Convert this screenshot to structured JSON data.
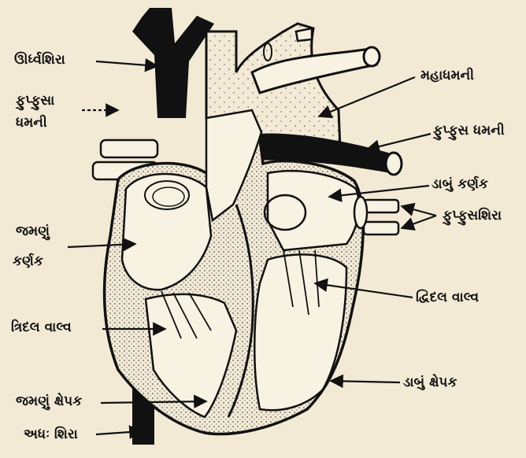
{
  "labels": {
    "svc_superior": "ઊર્ધ્વશિરા",
    "pulm_artery_left_1": "ફુપ્ફુસા",
    "pulm_artery_left_2": "ધમની",
    "aorta": "મહાધમની",
    "pulm_artery_right": "ફુપ્ફુસ ધમની",
    "left_atrium": "ડાબું કર્ણક",
    "pulm_veins": "ફુપ્ફુસશિરા",
    "right_atrium_1": "જમણું",
    "right_atrium_2": "કર્ણક",
    "bicuspid_valve": "દ્વિદલ વાલ્વ",
    "tricuspid_valve": "ત્રિદલ વાલ્વ",
    "left_ventricle": "ડાબું ક્ષેપક",
    "right_ventricle": "જમણું ક્ષેપક",
    "ivc": "અધઃ શિરા"
  },
  "colors": {
    "background": "#f3ead6",
    "ink": "#111111",
    "stipple": "#6b6b6b"
  }
}
